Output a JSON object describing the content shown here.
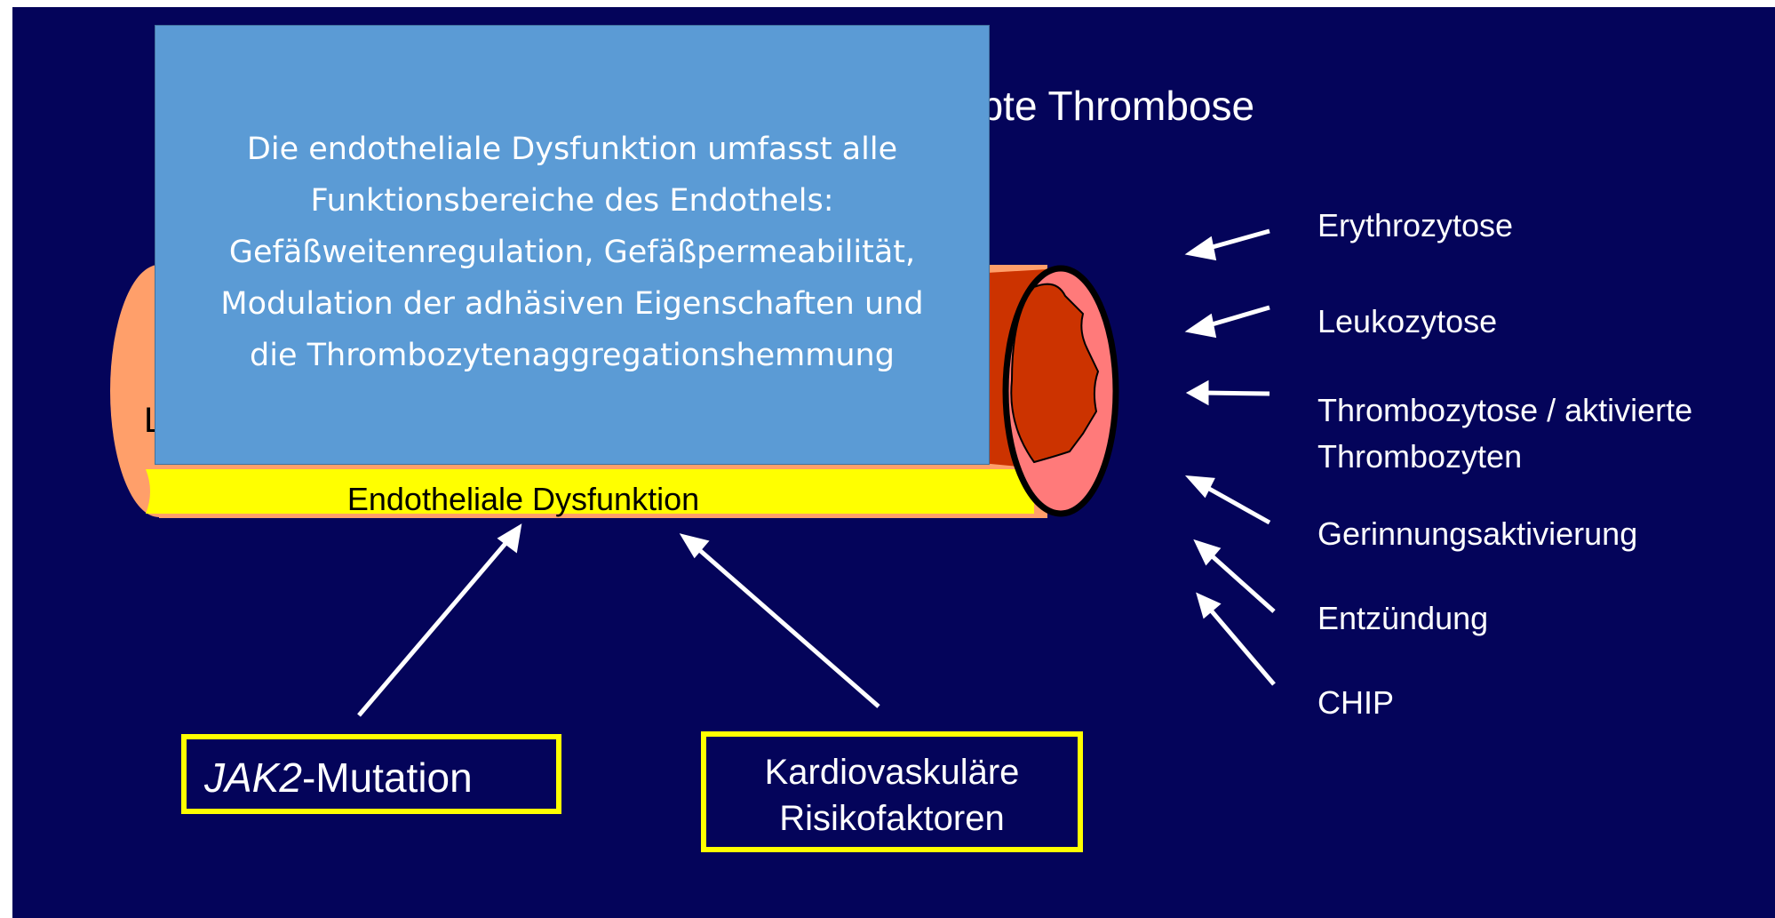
{
  "title": "abte Thrombose",
  "vessel_label_fragment": "L",
  "dysfunction_label": "Endotheliale Dysfunktion",
  "factors": [
    "Erythrozytose",
    "Leukozytose",
    "Thrombozytose / aktivierte Thrombozyten",
    "Gerinnungsaktivierung",
    "Entzündung",
    "CHIP"
  ],
  "jak_box": {
    "gene": "JAK2",
    "suffix": "-Mutation"
  },
  "cardio_box": {
    "line1": "Kardiovaskuläre",
    "line2": "Risikofaktoren"
  },
  "popup": {
    "lines": [
      "Die endotheliale Dysfunktion umfasst alle",
      "Funktionsbereiche des Endothels:",
      "Gefäßweitenregulation, Gefäßpermeabilität,",
      "Modulation der adhäsiven Eigenschaften und",
      "die Thrombozytenaggregationshemmung"
    ]
  },
  "colors": {
    "background": "#04045a",
    "popup": "#5b9bd5",
    "box_border": "#ffff00",
    "endothelium": "#ffff00",
    "vessel": "#ff9f6a",
    "thrombus": "#cc3300"
  }
}
